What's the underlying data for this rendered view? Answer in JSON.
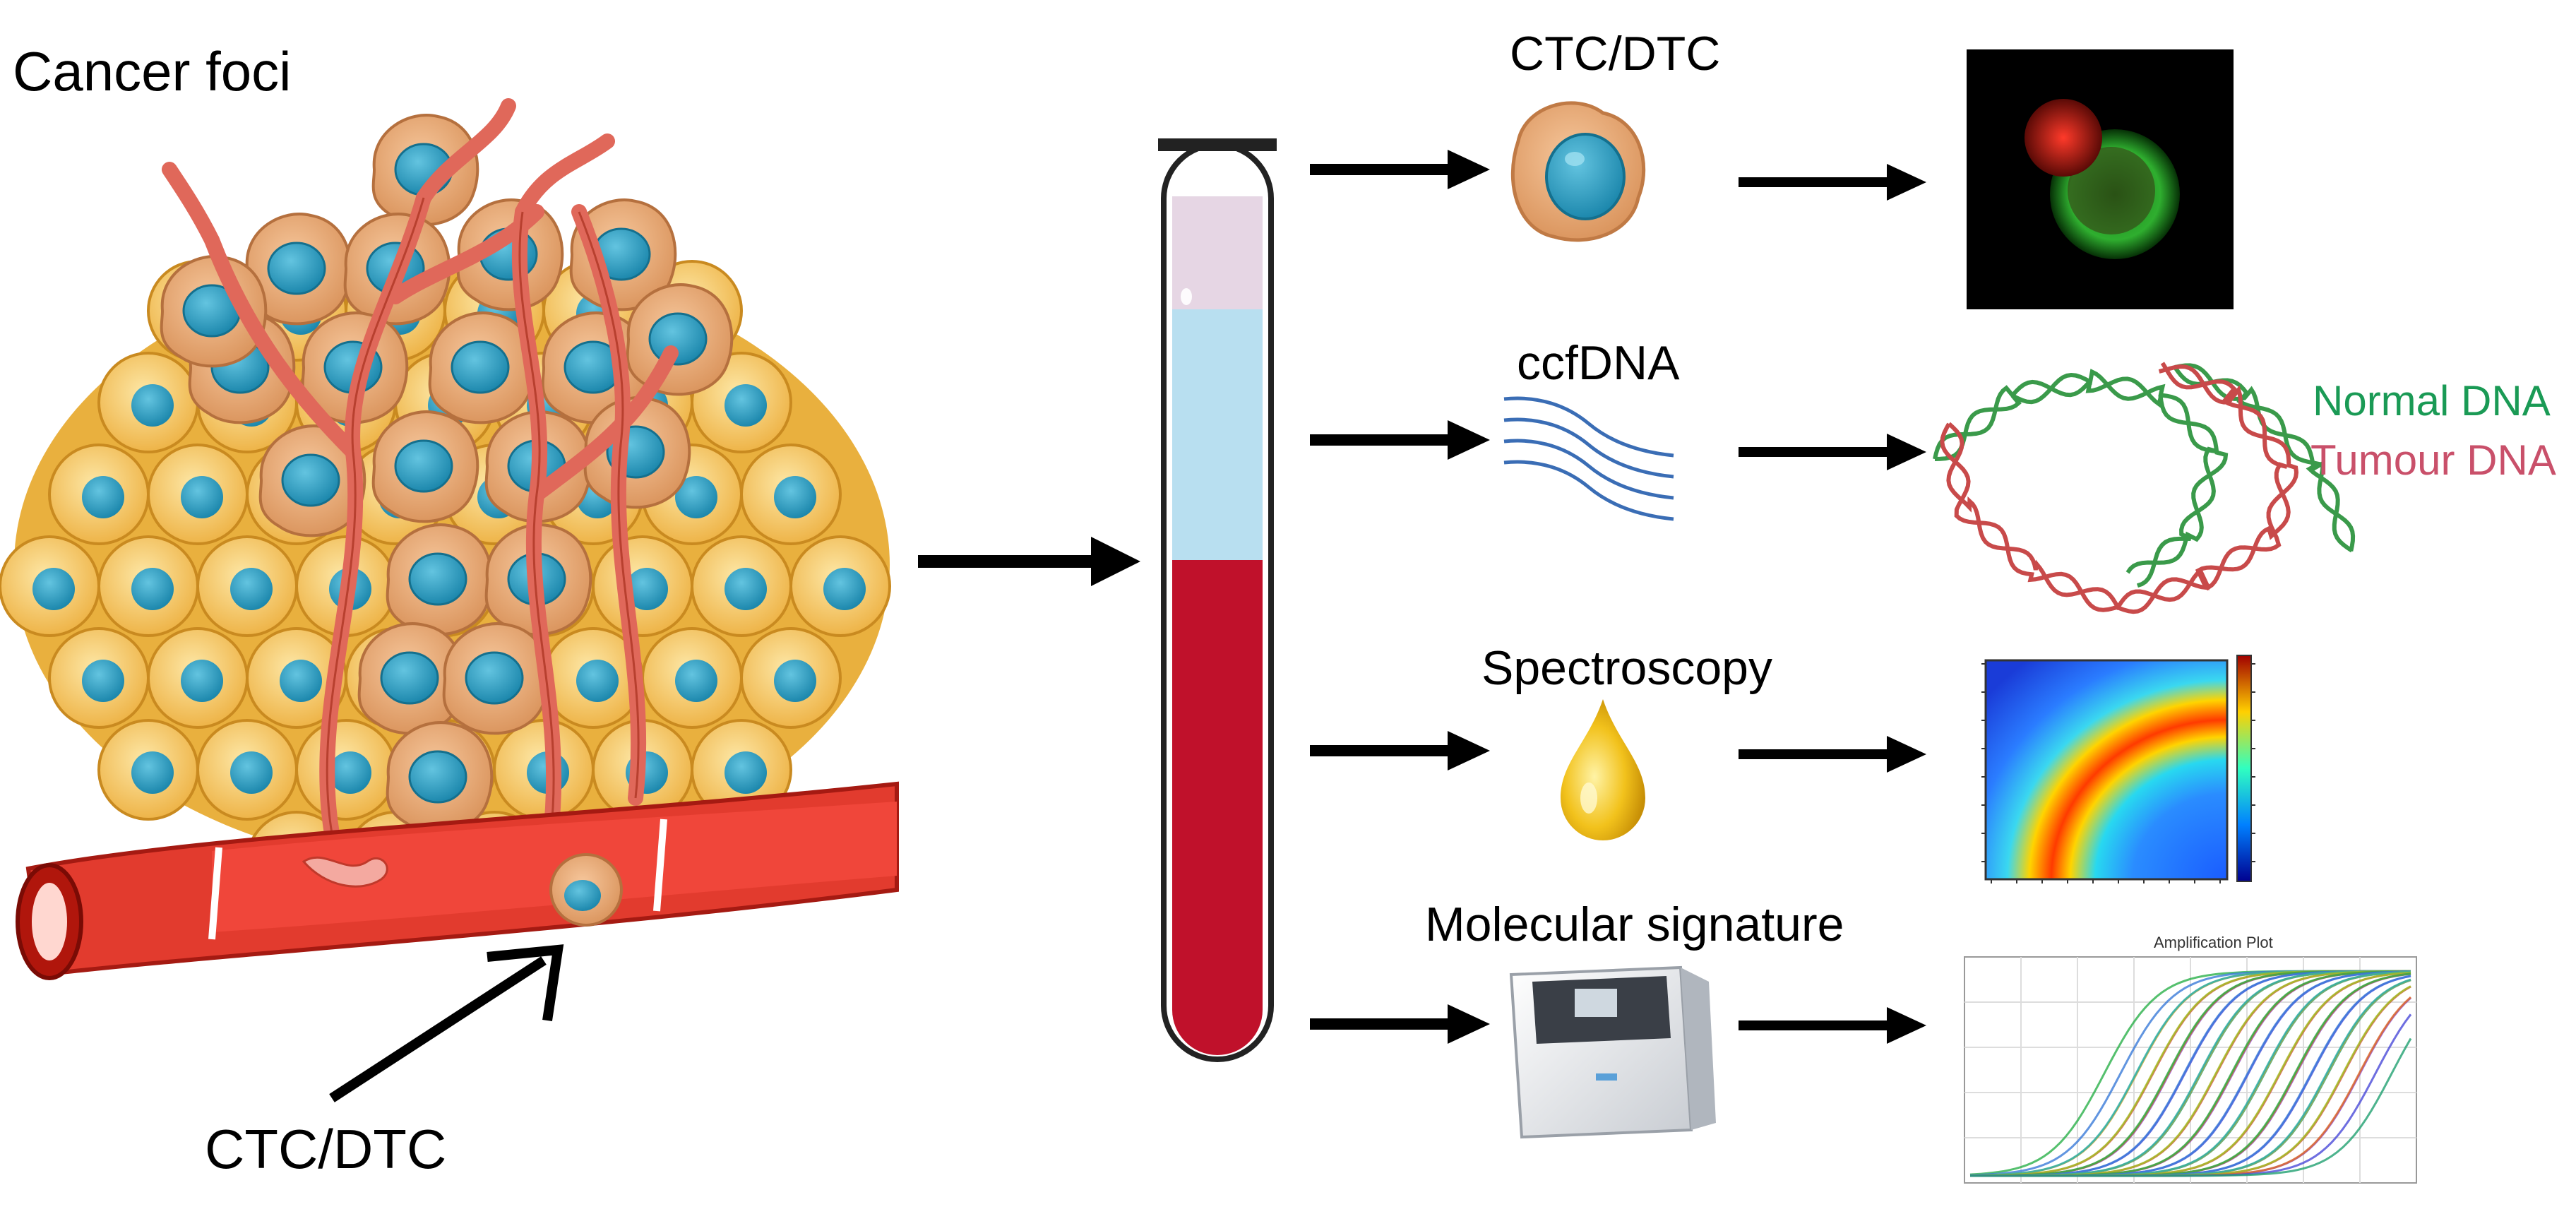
{
  "labels": {
    "cancer_foci": "Cancer foci",
    "ctc_dtc_bottom": "CTC/DTC",
    "ctc_dtc_top": "CTC/DTC",
    "ccfdna": "ccfDNA",
    "spectroscopy": "Spectroscopy",
    "molecular_signature": "Molecular signature",
    "normal_dna": "Normal DNA",
    "tumour_dna": "Tumour DNA",
    "amplification_title": "Amplification Plot"
  },
  "colors": {
    "normal_dna": "#1a9a55",
    "tumour_dna": "#c9506a",
    "blood": "#c0112b",
    "plasma": "#b8dff0",
    "cell_yellow": "#f3c75a",
    "nucleus_blue": "#2a9fc2",
    "vessel_red": "#e23b2e",
    "cancer_cell": "#e8ac7a"
  }
}
